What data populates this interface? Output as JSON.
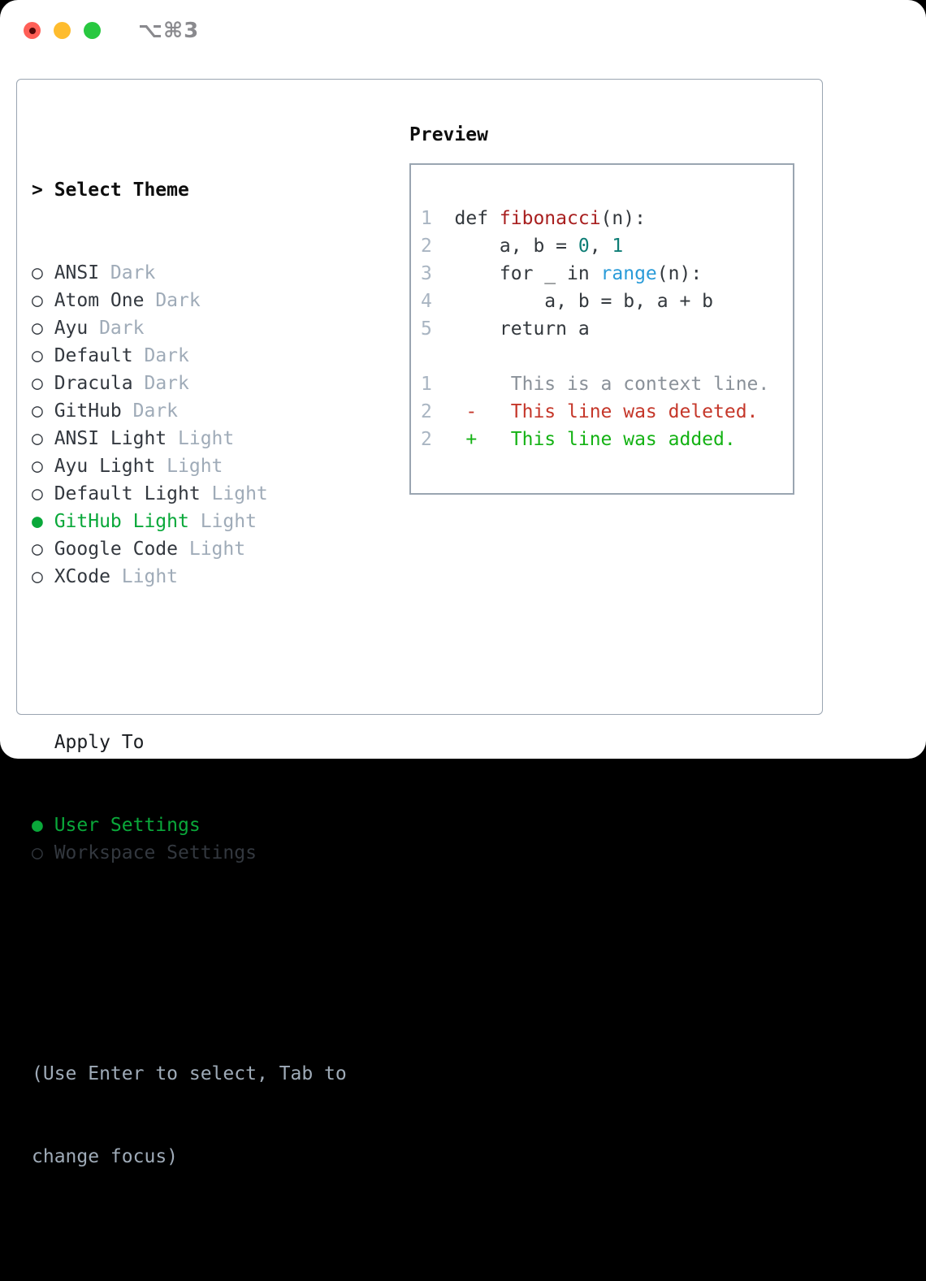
{
  "titlebar": {
    "title": "⌥⌘3"
  },
  "theme_list": {
    "prompt": ">",
    "title": "Select Theme",
    "items": [
      {
        "name": "ANSI",
        "tag": "Dark",
        "selected": false
      },
      {
        "name": "Atom One",
        "tag": "Dark",
        "selected": false
      },
      {
        "name": "Ayu",
        "tag": "Dark",
        "selected": false
      },
      {
        "name": "Default",
        "tag": "Dark",
        "selected": false
      },
      {
        "name": "Dracula",
        "tag": "Dark",
        "selected": false
      },
      {
        "name": "GitHub",
        "tag": "Dark",
        "selected": false
      },
      {
        "name": "ANSI Light",
        "tag": "Light",
        "selected": false
      },
      {
        "name": "Ayu Light",
        "tag": "Light",
        "selected": false
      },
      {
        "name": "Default Light",
        "tag": "Light",
        "selected": false
      },
      {
        "name": "GitHub Light",
        "tag": "Light",
        "selected": true
      },
      {
        "name": "Google Code",
        "tag": "Light",
        "selected": false
      },
      {
        "name": "XCode",
        "tag": "Light",
        "selected": false
      }
    ],
    "marker_unselected": "○",
    "marker_selected": "●"
  },
  "apply_to": {
    "title": "Apply To",
    "options": [
      {
        "label": "User Settings",
        "selected": true
      },
      {
        "label": "Workspace Settings",
        "selected": false
      }
    ]
  },
  "help": {
    "line1": "(Use Enter to select, Tab to",
    "line2": "change focus)"
  },
  "preview": {
    "title": "Preview",
    "lines": [
      {
        "num": "1",
        "segments": [
          {
            "t": "def ",
            "c": "code"
          },
          {
            "t": "fibonacci",
            "c": "red"
          },
          {
            "t": "(n):",
            "c": "code"
          }
        ]
      },
      {
        "num": "2",
        "segments": [
          {
            "t": "    a, b = ",
            "c": "code"
          },
          {
            "t": "0",
            "c": "teal"
          },
          {
            "t": ", ",
            "c": "code"
          },
          {
            "t": "1",
            "c": "teal"
          }
        ]
      },
      {
        "num": "3",
        "segments": [
          {
            "t": "    for _ in ",
            "c": "code"
          },
          {
            "t": "range",
            "c": "blue"
          },
          {
            "t": "(n):",
            "c": "code"
          }
        ]
      },
      {
        "num": "4",
        "segments": [
          {
            "t": "        a, b = b, a + b",
            "c": "code"
          }
        ]
      },
      {
        "num": "5",
        "segments": [
          {
            "t": "    return a",
            "c": "code"
          }
        ]
      },
      {
        "num": "",
        "segments": []
      },
      {
        "num": "1",
        "segments": [
          {
            "t": "     This is a context line.",
            "c": "context"
          }
        ]
      },
      {
        "num": "2",
        "segments": [
          {
            "t": " -   This line was deleted.",
            "c": "removed"
          }
        ]
      },
      {
        "num": "2",
        "segments": [
          {
            "t": " +   This line was added.",
            "c": "added"
          }
        ]
      }
    ]
  },
  "colors": {
    "bg_outside": "#000000",
    "window_bg": "#ffffff",
    "border": "#9aa5b1",
    "ink": "#33383f",
    "ink_strong": "#0d0d0d",
    "muted": "#9fabb8",
    "green": "#0aa83a",
    "lnum": "#a9b5c2",
    "code": "#33383d",
    "code_red": "#a81f1f",
    "code_teal": "#0d7d75",
    "code_blue": "#2a9bd8",
    "diff_context": "#8a9199",
    "diff_removed": "#c5372a",
    "diff_added": "#14b214",
    "traffic_red": "#ff5f57",
    "traffic_red_dot": "#520808",
    "traffic_yellow": "#febc2e",
    "traffic_green": "#28c840",
    "title_gray": "#8a8a8e"
  }
}
